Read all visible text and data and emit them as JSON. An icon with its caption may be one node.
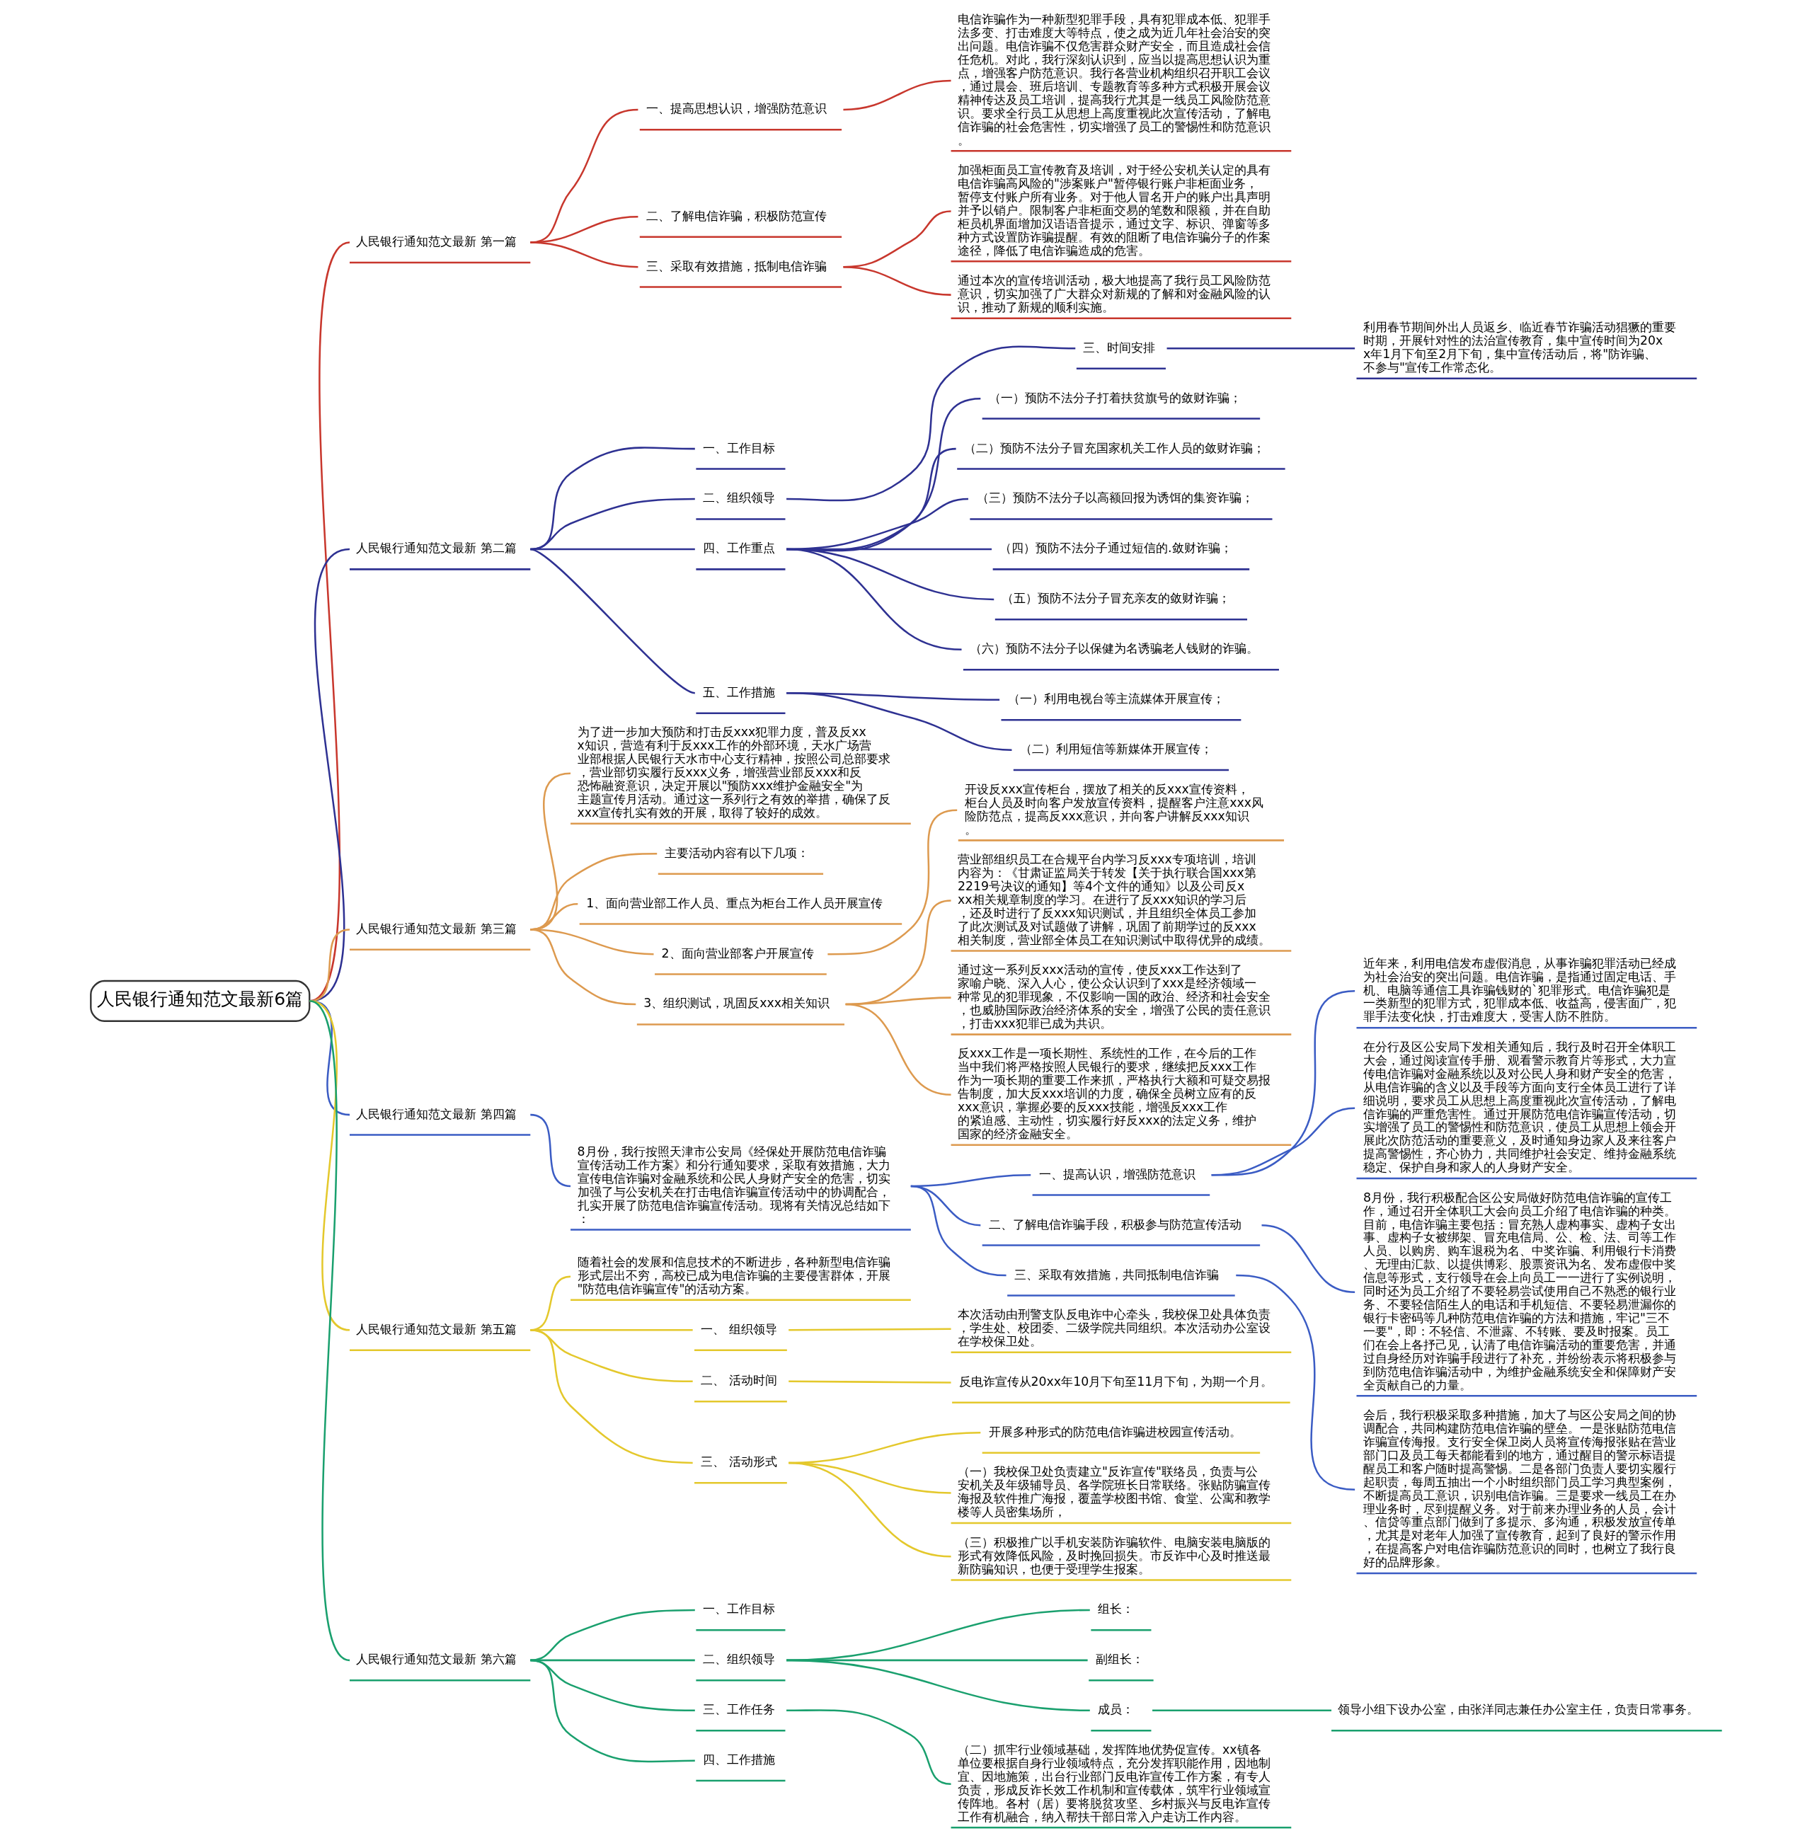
{
  "diagram": {
    "nodes": [
      {
        "text": [
          "人民银行通知范文最新6篇"
        ]
      },
      {
        "text": [
          "人民银行通知范文最新 第一篇"
        ]
      },
      {
        "text": [
          "一、提高思想认识，增强防范意识"
        ]
      },
      {
        "text": [
          "电信诈骗作为一种新型犯罪手段，具有犯罪成本低、犯罪手法多变、打击难度大等特点，使之成为近几年社会治安的突出问题。电信诈骗不仅危害群众财产安全，而且造成社会信任危机。对此，我行深刻认识到，应当以提高思想认识为重点，增强客户防范意识。我行各营业机构组织召开职工会议，通过晨会、班后培训、专题教育等多种方式积极开展会议精神传达及员工培训，提高我行尤其是一线员工风险防范意识。要求全行员工从思想上高度重视此次宣传活动，了解电信诈骗的社会危害性，切实增强了员工的警惕性和防范意识。"
        ]
      },
      {
        "text": [
          "二、了解电信诈骗，积极防范宣传"
        ]
      },
      {
        "text": [
          "三、采取有效措施，抵制电信诈骗"
        ]
      },
      {
        "text": [
          "加强柜面员工宣传教育及培训，对于经公安机关认定的具有电信诈骗高风险的\"涉案账户\"暂停银行账户非柜面业务，暂停支付账户所有业务。对于他人冒名开户的账户出具声明并予以销户。限制客户非柜面交易的笔数和限额，并在自助柜员机界面增加汉语语音提示，通过文字、标识、弹窗等多种方式设置防诈骗提醒。有效的阻断了电信诈骗分子的作案途径，降低了电信诈骗造成的危害。"
        ]
      },
      {
        "text": [
          "通过本次的宣传培训活动，极大地提高了我行员工风险防范意识，切实加强了广大群众对新规的了解和对金融风险的认识，推动了新规的顺利实施。"
        ]
      },
      {
        "text": [
          "人民银行通知范文最新 第二篇"
        ]
      },
      {
        "text": [
          "一、工作目标"
        ]
      },
      {
        "text": [
          "二、组织领导"
        ]
      },
      {
        "text": [
          "三、时间安排"
        ]
      },
      {
        "text": [
          "利用春节期间外出人员返乡、临近春节诈骗活动猖獗的重要时期，开展针对性的法治宣传教育，集中宣传时间为20xx年1月下旬至2月下旬，集中宣传活动后，将\"防诈骗、不参与\"宣传工作常态化。"
        ]
      },
      {
        "text": [
          "四、工作重点"
        ]
      },
      {
        "text": [
          "（一）预防不法分子打着扶贫旗号的敛财诈骗；"
        ]
      },
      {
        "text": [
          "（二）预防不法分子冒充国家机关工作人员的敛财诈骗；"
        ]
      },
      {
        "text": [
          "（三）预防不法分子以高额回报为诱饵的集资诈骗；"
        ]
      },
      {
        "text": [
          "（四）预防不法分子通过短信的.敛财诈骗；"
        ]
      },
      {
        "text": [
          "（五）预防不法分子冒充亲友的敛财诈骗；"
        ]
      },
      {
        "text": [
          "（六）预防不法分子以保健为名诱骗老人钱财的诈骗。"
        ]
      },
      {
        "text": [
          "五、工作措施"
        ]
      },
      {
        "text": [
          "（一）利用电视台等主流媒体开展宣传；"
        ]
      },
      {
        "text": [
          "（二）利用短信等新媒体开展宣传；"
        ]
      },
      {
        "text": [
          "人民银行通知范文最新 第三篇"
        ]
      },
      {
        "text": [
          "为了进一步加大预防和打击反xxx犯罪力度，普及反xxx知识，营造有利于反xxx工作的外部环境，天水广场营业部根据人民银行天水市中心支行精神，按照公司总部要求，营业部切实履行反xxx义务，增强营业部反xxx和反恐怖融资意识，决定开展以\"预防xxx维护金融安全\"为主题宣传月活动。通过这一系列行之有效的举措，确保了反xxx宣传扎实有效的开展，取得了较好的成效。"
        ]
      },
      {
        "text": [
          "主要活动内容有以下几项："
        ]
      },
      {
        "text": [
          "1、面向营业部工作人员、重点为柜台工作人员开展宣传"
        ]
      },
      {
        "text": [
          "2、面向营业部客户开展宣传"
        ]
      },
      {
        "text": [
          "开设反xxx宣传柜台，摆放了相关的反xxx宣传资料，柜台人员及时向客户发放宣传资料，提醒客户注意xxx风险防范点，提高反xxx意识，并向客户讲解反xxx知识。"
        ]
      },
      {
        "text": [
          "3、组织测试，巩固反xxx相关知识"
        ]
      },
      {
        "text": [
          "营业部组织员工在合规平台内学习反xxx专项培训，培训内容为：《甘肃证监局关于转发【关于执行联合国xxx第2219号决议的通知】等4个文件的通知》以及公司反xxx相关规章制度的学习。在进行了反xxx知识的学习后，还及时进行了反xxx知识测试，并且组织全体员工参加了此次测试及对试题做了讲解，巩固了前期学过的反xxx相关制度，营业部全体员工在知识测试中取得优异的成绩。"
        ]
      },
      {
        "text": [
          "通过这一系列反xxx活动的宣传，使反xxx工作达到了家喻户晓、深入人心，使公众认识到了xxx是经济领域一种常见的犯罪现象，不仅影响一国的政治、经济和社会安全，也威胁国际政治经济体系的安全，增强了公民的责任意识，打击xxx犯罪已成为共识。"
        ]
      },
      {
        "text": [
          "反xxx工作是一项长期性、系统性的工作，在今后的工作当中我们将严格按照人民银行的要求，继续把反xxx工作作为一项长期的重要工作来抓，严格执行大额和可疑交易报告制度，加大反xxx培训的力度，确保全员树立应有的反xxx意识，掌握必要的反xxx技能，增强反xxx工作的紧迫感、主动性，切实履行好反xxx的法定义务，维护国家的经济金融安全。"
        ]
      },
      {
        "text": [
          "人民银行通知范文最新 第四篇"
        ]
      },
      {
        "text": [
          "8月份，我行按照天津市公安局《经保处开展防范电信诈骗宣传活动工作方案》和分行通知要求，采取有效措施，大力宣传电信诈骗对金融系统和公民人身财产安全的危害，切实加强了与公安机关在打击电信诈骗宣传活动中的协调配合，扎实开展了防范电信诈骗宣传活动。现将有关情况总结如下："
        ]
      },
      {
        "text": [
          "一、提高认识，增强防范意识"
        ]
      },
      {
        "text": [
          "近年来，利用电信发布虚假消息，从事诈骗犯罪活动已经成为社会治安的突出问题。电信诈骗，是指通过固定电话、手机、电脑等通信工具诈骗钱财的`犯罪形式。电信诈骗犯是一类新型的犯罪方式，犯罪成本低、收益高，侵害面广，犯罪手法变化快，打击难度大，受害人防不胜防。"
        ]
      },
      {
        "text": [
          "在分行及区公安局下发相关通知后，我行及时召开全体职工大会，通过阅读宣传手册、观看警示教育片等形式，大力宣传电信诈骗对金融系统以及对公民人身和财产安全的危害，从电信诈骗的含义以及手段等方面向支行全体员工进行了详细说明，要求员工从思想上高度重视此次宣传活动，了解电信诈骗的严重危害性。通过开展防范电信诈骗宣传活动，切实增强了员工的警惕性和防范意识，使员工从思想上领会开展此次防范活动的重要意义，及时通知身边家人及来往客户提高警惕性，齐心协力，共同维护社会安定、维持金融系统稳定、保护自身和家人的人身财产安全。"
        ]
      },
      {
        "text": [
          "二、了解电信诈骗手段，积极参与防范宣传活动"
        ]
      },
      {
        "text": [
          "8月份，我行积极配合区公安局做好防范电信诈骗的宣传工作，通过召开全体职工大会向员工介绍了电信诈骗的种类。目前，电信诈骗主要包括：冒充熟人虚构事实、虚构子女出事、虚构子女被绑架、冒充电信局、公、检、法、司等工作人员、以购房、购车退税为名、中奖诈骗、利用银行卡消费、无理由汇款、以提供博彩、股票资讯为名、发布虚假中奖信息等形式，支行领导在会上向员工一一进行了实例说明，同时还为员工介绍了不要轻易尝试使用自己不熟悉的银行业务、不要轻信陌生人的电话和手机短信、不要轻易泄漏你的银行卡密码等几种防范电信诈骗的方法和措施，牢记\"三不一要\"，即：不轻信、不泄露、不转账、要及时报案。员工们在会上各抒己见，认清了电信诈骗活动的重要危害，并通过自身经历对诈骗手段进行了补充，并纷纷表示将积极参与到防范电信诈骗活动中，为维护金融系统安全和保障财产安全贡献自己的力量。"
        ]
      },
      {
        "text": [
          "三、采取有效措施，共同抵制电信诈骗"
        ]
      },
      {
        "text": [
          "会后，我行积极采取多种措施，加大了与区公安局之间的协调配合，共同构建防范电信诈骗的壁垒。一是张贴防范电信诈骗宣传海报。支行安全保卫岗人员将宣传海报张贴在营业部门口及员工每天都能看到的地方，通过醒目的警示标语提醒员工和客户随时提高警惕。二是各部门负责人要切实履行起职责，每周五抽出一个小时组织部门员工学习典型案例，不断提高员工意识，识别电信诈骗。三是要求一线员工在办理业务时，尽到提醒义务。对于前来办理业务的人员，会计、信贷等重点部门做到了多提示、多沟通，积极发放宣传单，尤其是对老年人加强了宣传教育，起到了良好的警示作用，在提高客户对电信诈骗防范意识的同时，也树立了我行良好的品牌形象。"
        ]
      },
      {
        "text": [
          "人民银行通知范文最新 第五篇"
        ]
      },
      {
        "text": [
          "随着社会的发展和信息技术的不断进步，各种新型电信诈骗形式层出不穷，高校已成为电信诈骗的主要侵害群体，开展\"防范电信诈骗宣传\"的活动方案。"
        ]
      },
      {
        "text": [
          "一、 组织领导"
        ]
      },
      {
        "text": [
          "本次活动由刑警支队反电诈中心牵头，我校保卫处具体负责，学生处、校团委、二级学院共同组织。本次活动办公室设在学校保卫处。"
        ]
      },
      {
        "text": [
          "二、 活动时间"
        ]
      },
      {
        "text": [
          "反电诈宣传从20xx年10月下旬至11月下旬，为期一个月。"
        ]
      },
      {
        "text": [
          "三、 活动形式"
        ]
      },
      {
        "text": [
          "开展多种形式的防范电信诈骗进校园宣传活动。"
        ]
      },
      {
        "text": [
          "（一）我校保卫处负责建立\"反诈宣传\"联络员，负责与公安机关及年级辅导员、各学院班长日常联络。张贴防骗宣传海报及软件推广海报，覆盖学校图书馆、食堂、公寓和教学楼等人员密集场所，"
        ]
      },
      {
        "text": [
          "（三）积极推广以手机安装防诈骗软件、电脑安装电脑版的形式有效降低风险，及时挽回损失。市反诈中心及时推送最新防骗知识，也便于受理学生报案。"
        ]
      },
      {
        "text": [
          "人民银行通知范文最新 第六篇"
        ]
      },
      {
        "text": [
          "一、工作目标"
        ]
      },
      {
        "text": [
          "二、组织领导"
        ]
      },
      {
        "text": [
          "组长："
        ]
      },
      {
        "text": [
          "副组长："
        ]
      },
      {
        "text": [
          "成员："
        ]
      },
      {
        "text": [
          "领导小组下设办公室，由张洋同志兼任办公室主任，负责日常事务。"
        ]
      },
      {
        "text": [
          "三、工作任务"
        ]
      },
      {
        "text": [
          "（二）抓牢行业领域基础，发挥阵地优势促宣传。xx镇各单位要根据自身行业领域特点，充分发挥职能作用，因地制宜、因地施策，出台行业部门反电诈宣传工作方案，有专人负责，形成反诈长效工作机制和宣传载体，筑牢行业领域宣传阵地。各村（居）要将脱贫攻坚、乡村振兴与反电诈宣传工作有机融合，纳入帮扶干部日常入户走访工作内容。"
        ]
      },
      {
        "text": [
          "四、工作措施"
        ]
      }
    ],
    "edges": [
      {
        "from": 0,
        "to": 1,
        "arrow": "none",
        "color": "#c8372d"
      },
      {
        "from": 1,
        "to": 2,
        "arrow": "none",
        "color": "#c8372d"
      },
      {
        "from": 2,
        "to": 3,
        "arrow": "none",
        "color": "#c8372d"
      },
      {
        "from": 1,
        "to": 4,
        "arrow": "none",
        "color": "#c8372d"
      },
      {
        "from": 1,
        "to": 5,
        "arrow": "none",
        "color": "#c8372d"
      },
      {
        "from": 5,
        "to": 6,
        "arrow": "none",
        "color": "#c8372d"
      },
      {
        "from": 5,
        "to": 7,
        "arrow": "none",
        "color": "#c8372d"
      },
      {
        "from": 0,
        "to": 8,
        "arrow": "none",
        "color": "#2e3192"
      },
      {
        "from": 8,
        "to": 9,
        "arrow": "none",
        "color": "#2e3192"
      },
      {
        "from": 8,
        "to": 10,
        "arrow": "none",
        "color": "#2e3192"
      },
      {
        "from": 10,
        "to": 11,
        "arrow": "none",
        "color": "#2e3192"
      },
      {
        "from": 11,
        "to": 12,
        "arrow": "none",
        "color": "#2e3192"
      },
      {
        "from": 8,
        "to": 13,
        "arrow": "none",
        "color": "#2e3192"
      },
      {
        "from": 13,
        "to": 14,
        "arrow": "none",
        "color": "#2e3192"
      },
      {
        "from": 13,
        "to": 15,
        "arrow": "none",
        "color": "#2e3192"
      },
      {
        "from": 13,
        "to": 16,
        "arrow": "none",
        "color": "#2e3192"
      },
      {
        "from": 13,
        "to": 17,
        "arrow": "none",
        "color": "#2e3192"
      },
      {
        "from": 13,
        "to": 18,
        "arrow": "none",
        "color": "#2e3192"
      },
      {
        "from": 13,
        "to": 19,
        "arrow": "none",
        "color": "#2e3192"
      },
      {
        "from": 8,
        "to": 20,
        "arrow": "none",
        "color": "#2e3192"
      },
      {
        "from": 20,
        "to": 21,
        "arrow": "none",
        "color": "#2e3192"
      },
      {
        "from": 20,
        "to": 22,
        "arrow": "none",
        "color": "#2e3192"
      },
      {
        "from": 0,
        "to": 23,
        "arrow": "none",
        "color": "#dd9a4f"
      },
      {
        "from": 23,
        "to": 24,
        "arrow": "none",
        "color": "#dd9a4f"
      },
      {
        "from": 23,
        "to": 25,
        "arrow": "none",
        "color": "#dd9a4f"
      },
      {
        "from": 23,
        "to": 26,
        "arrow": "none",
        "color": "#dd9a4f"
      },
      {
        "from": 23,
        "to": 27,
        "arrow": "none",
        "color": "#dd9a4f"
      },
      {
        "from": 27,
        "to": 28,
        "arrow": "none",
        "color": "#dd9a4f"
      },
      {
        "from": 23,
        "to": 29,
        "arrow": "none",
        "color": "#dd9a4f"
      },
      {
        "from": 29,
        "to": 30,
        "arrow": "none",
        "color": "#dd9a4f"
      },
      {
        "from": 29,
        "to": 31,
        "arrow": "none",
        "color": "#dd9a4f"
      },
      {
        "from": 29,
        "to": 32,
        "arrow": "none",
        "color": "#dd9a4f"
      },
      {
        "from": 0,
        "to": 33,
        "arrow": "none",
        "color": "#3b5cc4"
      },
      {
        "from": 33,
        "to": 34,
        "arrow": "none",
        "color": "#3b5cc4"
      },
      {
        "from": 34,
        "to": 35,
        "arrow": "none",
        "color": "#3b5cc4"
      },
      {
        "from": 35,
        "to": 36,
        "arrow": "none",
        "color": "#3b5cc4"
      },
      {
        "from": 35,
        "to": 37,
        "arrow": "none",
        "color": "#3b5cc4"
      },
      {
        "from": 34,
        "to": 38,
        "arrow": "none",
        "color": "#3b5cc4"
      },
      {
        "from": 38,
        "to": 39,
        "arrow": "none",
        "color": "#3b5cc4"
      },
      {
        "from": 34,
        "to": 40,
        "arrow": "none",
        "color": "#3b5cc4"
      },
      {
        "from": 40,
        "to": 41,
        "arrow": "none",
        "color": "#3b5cc4"
      },
      {
        "from": 0,
        "to": 42,
        "arrow": "none",
        "color": "#e4c82c"
      },
      {
        "from": 42,
        "to": 43,
        "arrow": "none",
        "color": "#e4c82c"
      },
      {
        "from": 42,
        "to": 44,
        "arrow": "none",
        "color": "#e4c82c"
      },
      {
        "from": 44,
        "to": 45,
        "arrow": "none",
        "color": "#e4c82c"
      },
      {
        "from": 42,
        "to": 46,
        "arrow": "none",
        "color": "#e4c82c"
      },
      {
        "from": 46,
        "to": 47,
        "arrow": "none",
        "color": "#e4c82c"
      },
      {
        "from": 42,
        "to": 48,
        "arrow": "none",
        "color": "#e4c82c"
      },
      {
        "from": 48,
        "to": 49,
        "arrow": "none",
        "color": "#e4c82c"
      },
      {
        "from": 48,
        "to": 50,
        "arrow": "none",
        "color": "#e4c82c"
      },
      {
        "from": 48,
        "to": 51,
        "arrow": "none",
        "color": "#e4c82c"
      },
      {
        "from": 0,
        "to": 52,
        "arrow": "none",
        "color": "#1aa06e"
      },
      {
        "from": 52,
        "to": 53,
        "arrow": "none",
        "color": "#1aa06e"
      },
      {
        "from": 52,
        "to": 54,
        "arrow": "none",
        "color": "#1aa06e"
      },
      {
        "from": 54,
        "to": 55,
        "arrow": "none",
        "color": "#1aa06e"
      },
      {
        "from": 54,
        "to": 56,
        "arrow": "none",
        "color": "#1aa06e"
      },
      {
        "from": 54,
        "to": 57,
        "arrow": "none",
        "color": "#1aa06e"
      },
      {
        "from": 57,
        "to": 58,
        "arrow": "none",
        "color": "#1aa06e"
      },
      {
        "from": 52,
        "to": 59,
        "arrow": "none",
        "color": "#1aa06e"
      },
      {
        "from": 59,
        "to": 60,
        "arrow": "none",
        "color": "#1aa06e"
      },
      {
        "from": 52,
        "to": 61,
        "arrow": "none",
        "color": "#1aa06e"
      }
    ]
  }
}
